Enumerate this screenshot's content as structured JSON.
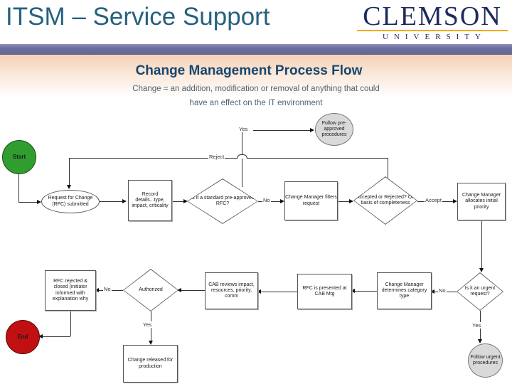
{
  "header": {
    "title": "ITSM – Service Support",
    "logo": {
      "wordmark": "CLEMSON",
      "subtext": "UNIVERSITY"
    }
  },
  "slide": {
    "title": "Change Management Process Flow",
    "subtitle_line1": "Change = an addition, modification or removal of anything that could",
    "subtitle_line2": "have an effect on the IT environment"
  },
  "flow": {
    "nodes": {
      "start": "Start",
      "rfc_submitted": "Request for Change (RFC) submitted",
      "record_details": "Record details...type, impact, criticality",
      "standard_rfc": "Is it a standard pre-approved RFC?",
      "follow_preapproved": "Follow pre-approved procedures",
      "filters_request": "Change Manager filters request",
      "accepted_rejected": "Accepted or Rejected? On basis of completeness",
      "allocates_priority": "Change Manager allocates initial priority",
      "urgent_request": "Is it an urgent request?",
      "determines_category": "Change Manager determines category type",
      "presented_cab": "RFC is presented at CAB Mtg",
      "cab_reviews": "CAB reviews impact, resources, priority, comm",
      "authorized": "Authorized",
      "rfc_rejected": "RFC rejected & closed (initiator informed with explanation why",
      "released_production": "Change released for production",
      "follow_urgent": "Follow urgent procedures",
      "end": "End"
    },
    "labels": {
      "yes_standard": "Yes",
      "reject": "Reject",
      "no_standard": "No",
      "accept": "Accept",
      "no_urgent": "No",
      "yes_urgent": "Yes",
      "no_authorized": "No",
      "yes_authorized": "Yes"
    }
  },
  "colors": {
    "accent_bar": "#6a6e9f",
    "background_fade": "#f4d0b6",
    "header_title": "#26617f",
    "slide_title": "#17476f",
    "clemson_navy": "#1e2a5e",
    "clemson_orange": "#f5a81c",
    "start_fill": "#2f9e2f",
    "end_fill": "#c01012",
    "terminal_gray_fill": "#d9d9d9"
  }
}
